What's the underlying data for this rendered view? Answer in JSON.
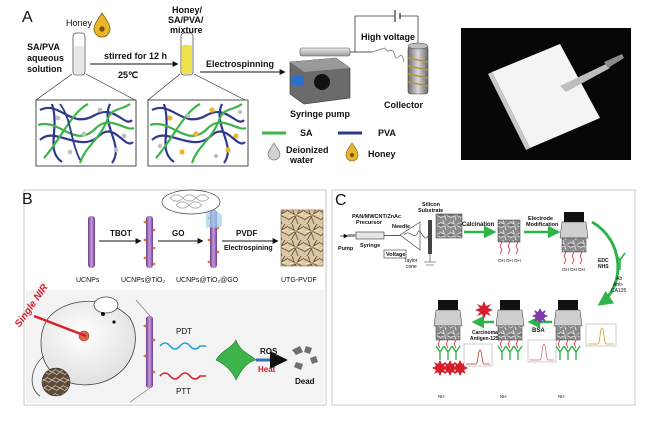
{
  "panelA": {
    "letter": "A",
    "honey_label": "Honey",
    "sa_pva_lines": [
      "SA/PVA",
      "aqueous",
      "solution"
    ],
    "stir_label": "stirred for 12 h",
    "temp_label": "25℃",
    "mixture_lines": [
      "Honey/",
      "SA/PVA/",
      "mixture"
    ],
    "electrospin_label": "Electrospinning",
    "syringe_label": "Syringe pump",
    "voltage_label": "High voltage",
    "collector_label": "Collector",
    "legend": {
      "sa": "SA",
      "pva": "PVA",
      "water": [
        "Deionized",
        "water"
      ],
      "honey": "Honey"
    },
    "colors": {
      "sa": "#3cb44b",
      "pva": "#2f3a8f",
      "honey": "#e9b52a",
      "solution": "#e8e8ea",
      "mixture": "#f0e24a"
    }
  },
  "panelB": {
    "letter": "B",
    "ucnps": "UCNPs",
    "ucnps_tio2": "UCNPs@TiO₂",
    "ucnps_tio2_go": "UCNPs@TiO₂@GO",
    "utg_pvdf": "UTG-PVDF",
    "tbot": "TBOT",
    "go": "GO",
    "pvdf": "PVDF",
    "electrospining": "Electrospining",
    "nir": "Single NIR",
    "pdt": "PDT",
    "ptt": "PTT",
    "ros": "ROS",
    "heat": "Heat",
    "dead": "Dead"
  },
  "panelC": {
    "letter": "C",
    "precursor_lines": [
      "PAN/MWCNT/ZnAc",
      "Precursor"
    ],
    "needle": "Needle",
    "syringe": "Syringe",
    "pump": "Pump",
    "voltage": "Voltage",
    "taylor_lines": [
      "Taylor",
      "cone"
    ],
    "silicon_lines": [
      "Silicon",
      "Substrate"
    ],
    "calcination": "Calcination",
    "electrode_lines": [
      "Electrode",
      "Modification"
    ],
    "edc_nhs": [
      "EDC",
      "NHS"
    ],
    "antibody": [
      "Ab",
      "Anti-",
      "CA125"
    ],
    "bsa": "BSA",
    "carcinoma": [
      "Carcinoma",
      "Antigen-125"
    ],
    "oh": "OH",
    "nh": "NH",
    "o": "O"
  }
}
